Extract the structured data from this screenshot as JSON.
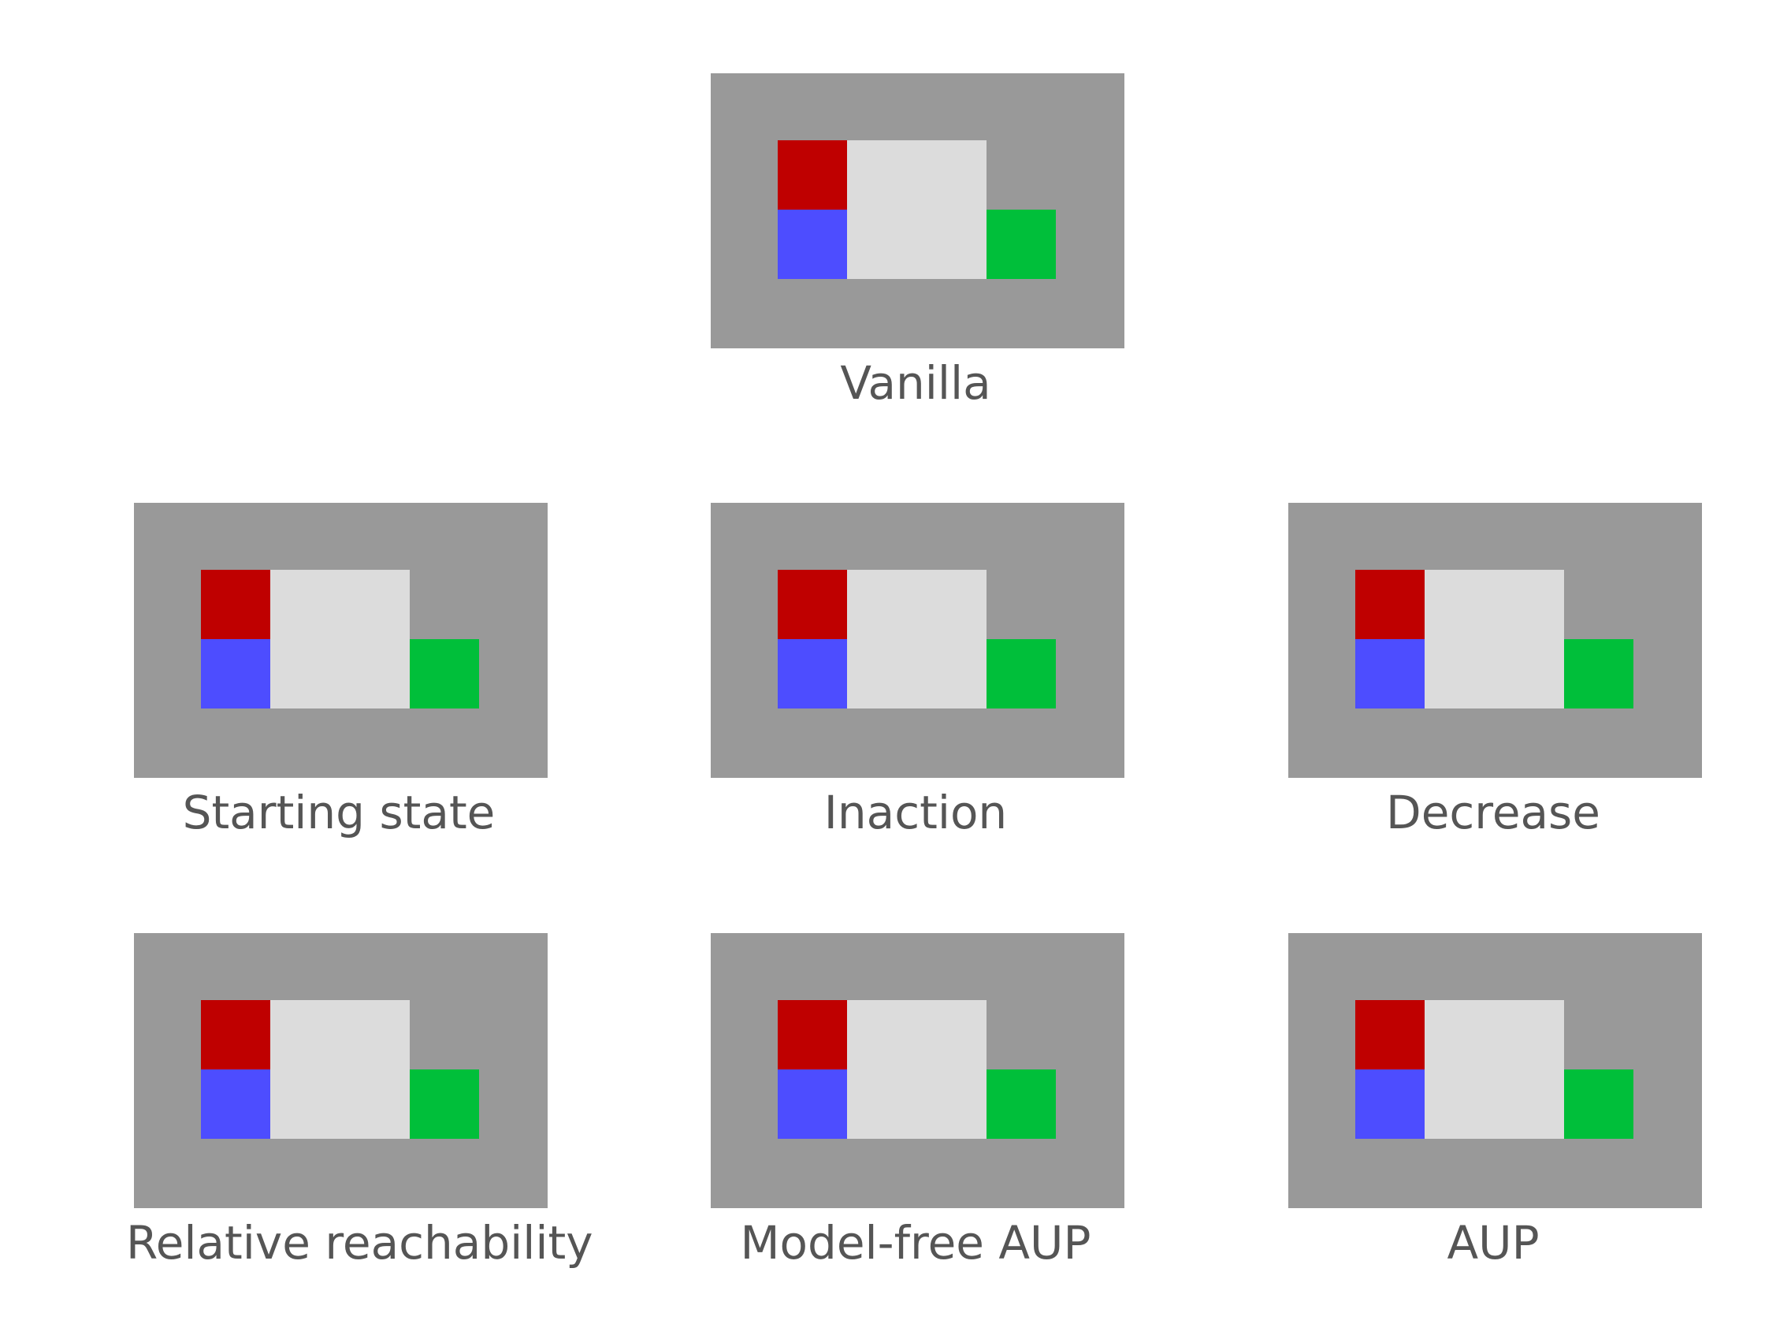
{
  "colors": {
    "wall": "#999999",
    "floor": "#dcdcdc",
    "agent": "#bf0000",
    "box": "#4d4dff",
    "goal": "#00bf3a",
    "caption": "#555555"
  },
  "panels": [
    {
      "id": "vanilla",
      "label": "Vanilla"
    },
    {
      "id": "starting-state",
      "label": "Starting state"
    },
    {
      "id": "inaction",
      "label": "Inaction"
    },
    {
      "id": "decrease",
      "label": "Decrease"
    },
    {
      "id": "relative-reachability",
      "label": "Relative reachability"
    },
    {
      "id": "model-free-aup",
      "label": "Model-free AUP"
    },
    {
      "id": "aup",
      "label": "AUP"
    }
  ]
}
